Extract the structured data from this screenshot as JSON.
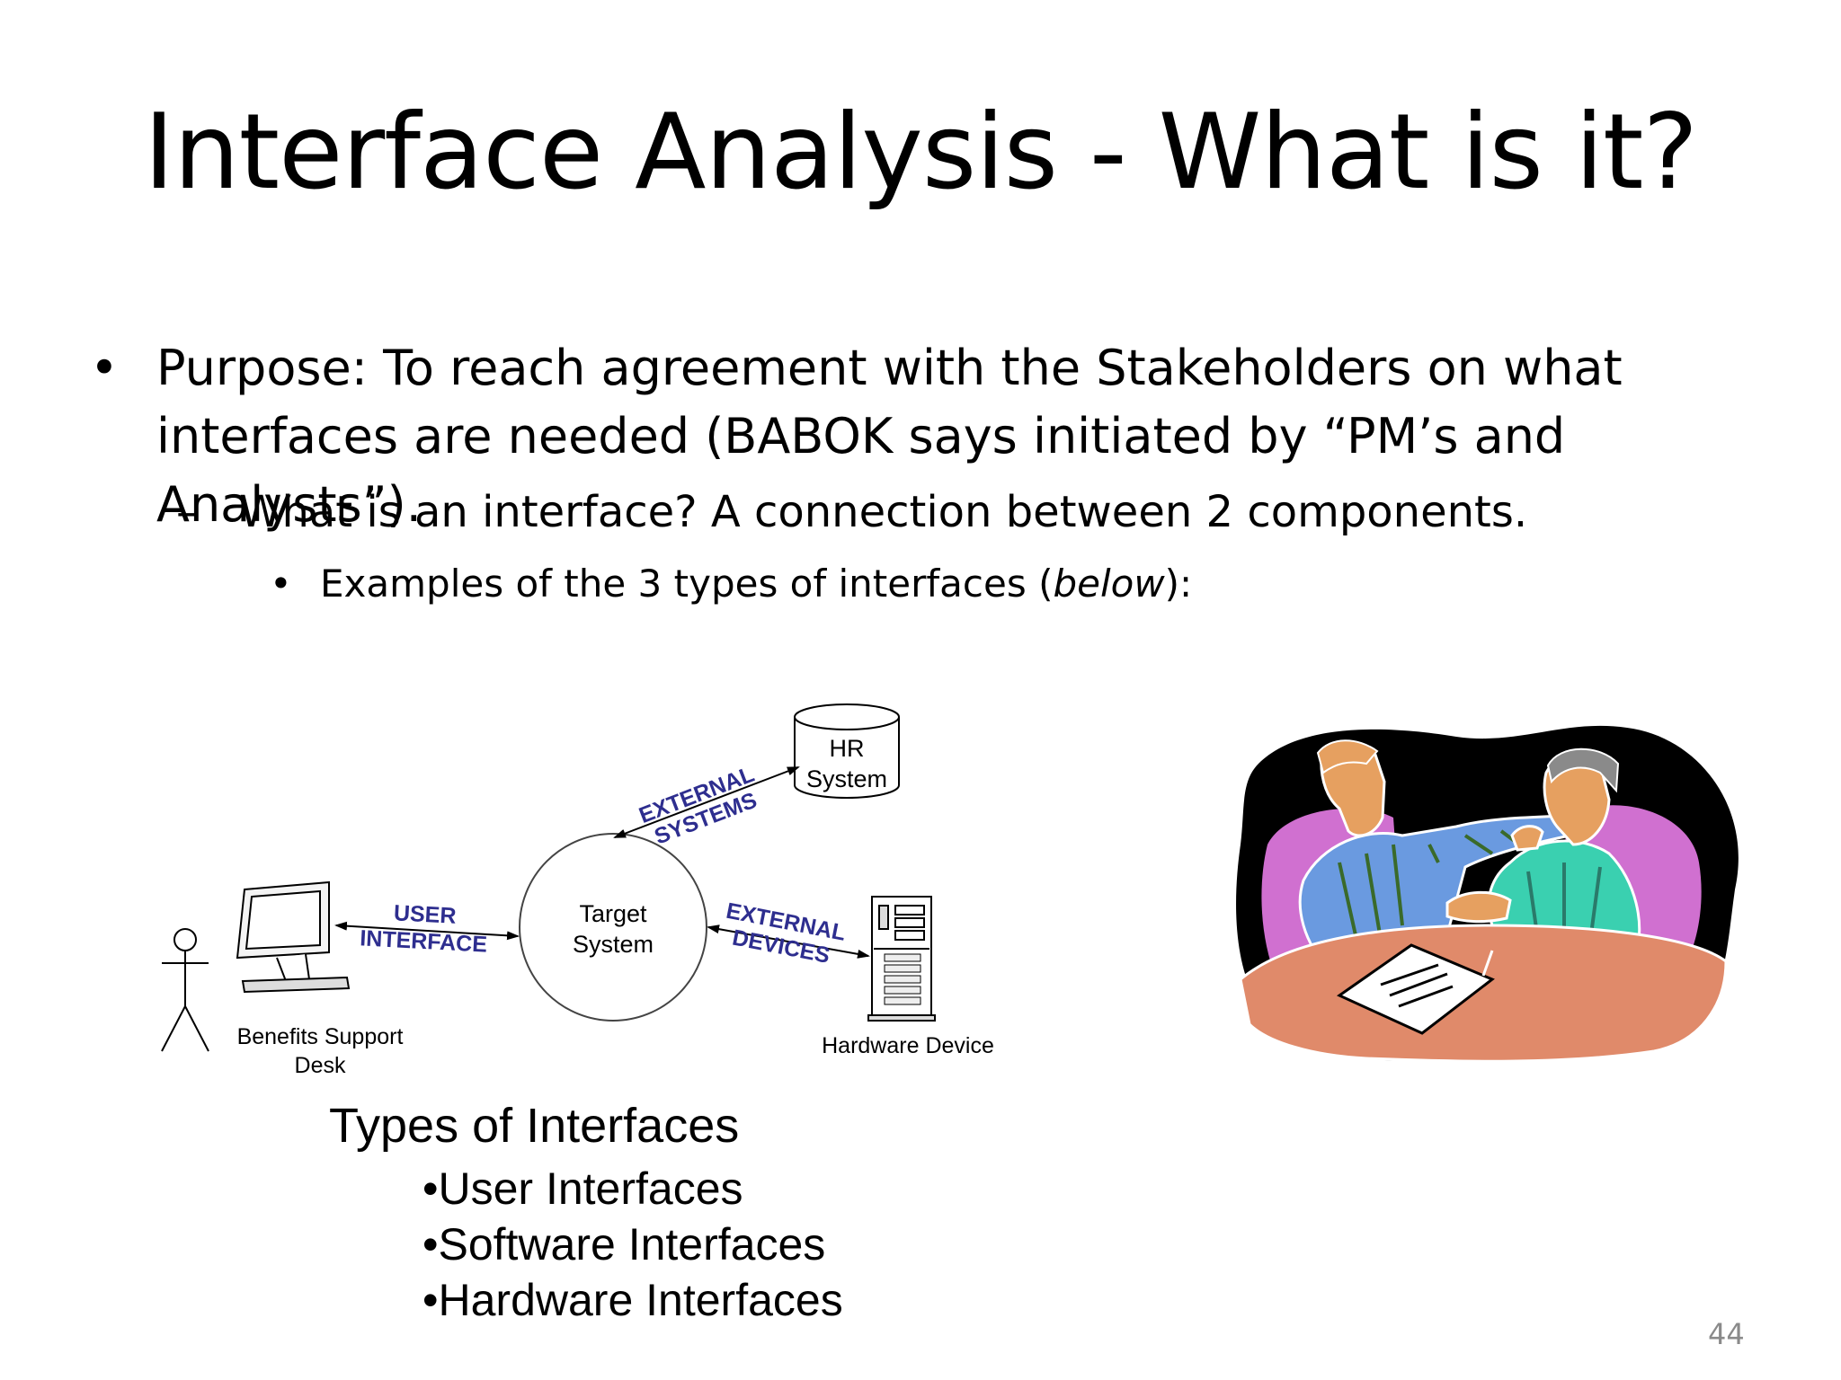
{
  "slide": {
    "title": "Interface Analysis   -  What is it?",
    "bullets": {
      "level1_marker": "•",
      "level1_text": "Purpose: To reach agreement with the Stakeholders on what interfaces are needed (BABOK says initiated by “PM’s and Analysts”).",
      "level2_marker": "–",
      "level2_text": "What is an interface?  A connection between 2 components.",
      "level3_marker": "•",
      "level3_text_before": "Examples of the 3 types of interfaces (",
      "level3_text_italic": "below",
      "level3_text_after": "):"
    },
    "page_number": "44"
  },
  "diagram": {
    "center_line1": "Target",
    "center_line2": "System",
    "hr_line1": "HR",
    "hr_line2": "System",
    "user_label_line1": "Benefits Support",
    "user_label_line2": "Desk",
    "hardware_label": "Hardware Device",
    "edge_external_systems_line1": "EXTERNAL",
    "edge_external_systems_line2": "SYSTEMS",
    "edge_user_interface_line1": "USER",
    "edge_user_interface_line2": "INTERFACE",
    "edge_external_devices_line1": "EXTERNAL",
    "edge_external_devices_line2": "DEVICES",
    "edge_label_color": "#2e2e8f",
    "types_heading": "Types of Interfaces",
    "types": [
      "•User Interfaces",
      "•Software Interfaces",
      "•Hardware Interfaces"
    ]
  },
  "clipart": {
    "description_icon": "business-handshake-clipart",
    "colors": {
      "background": "#000000",
      "chair": "#d070d0",
      "table": "#e08a6a",
      "suit_left": "#6a9ae0",
      "suit_right": "#3ad0b0",
      "skin": "#e6a060"
    }
  }
}
